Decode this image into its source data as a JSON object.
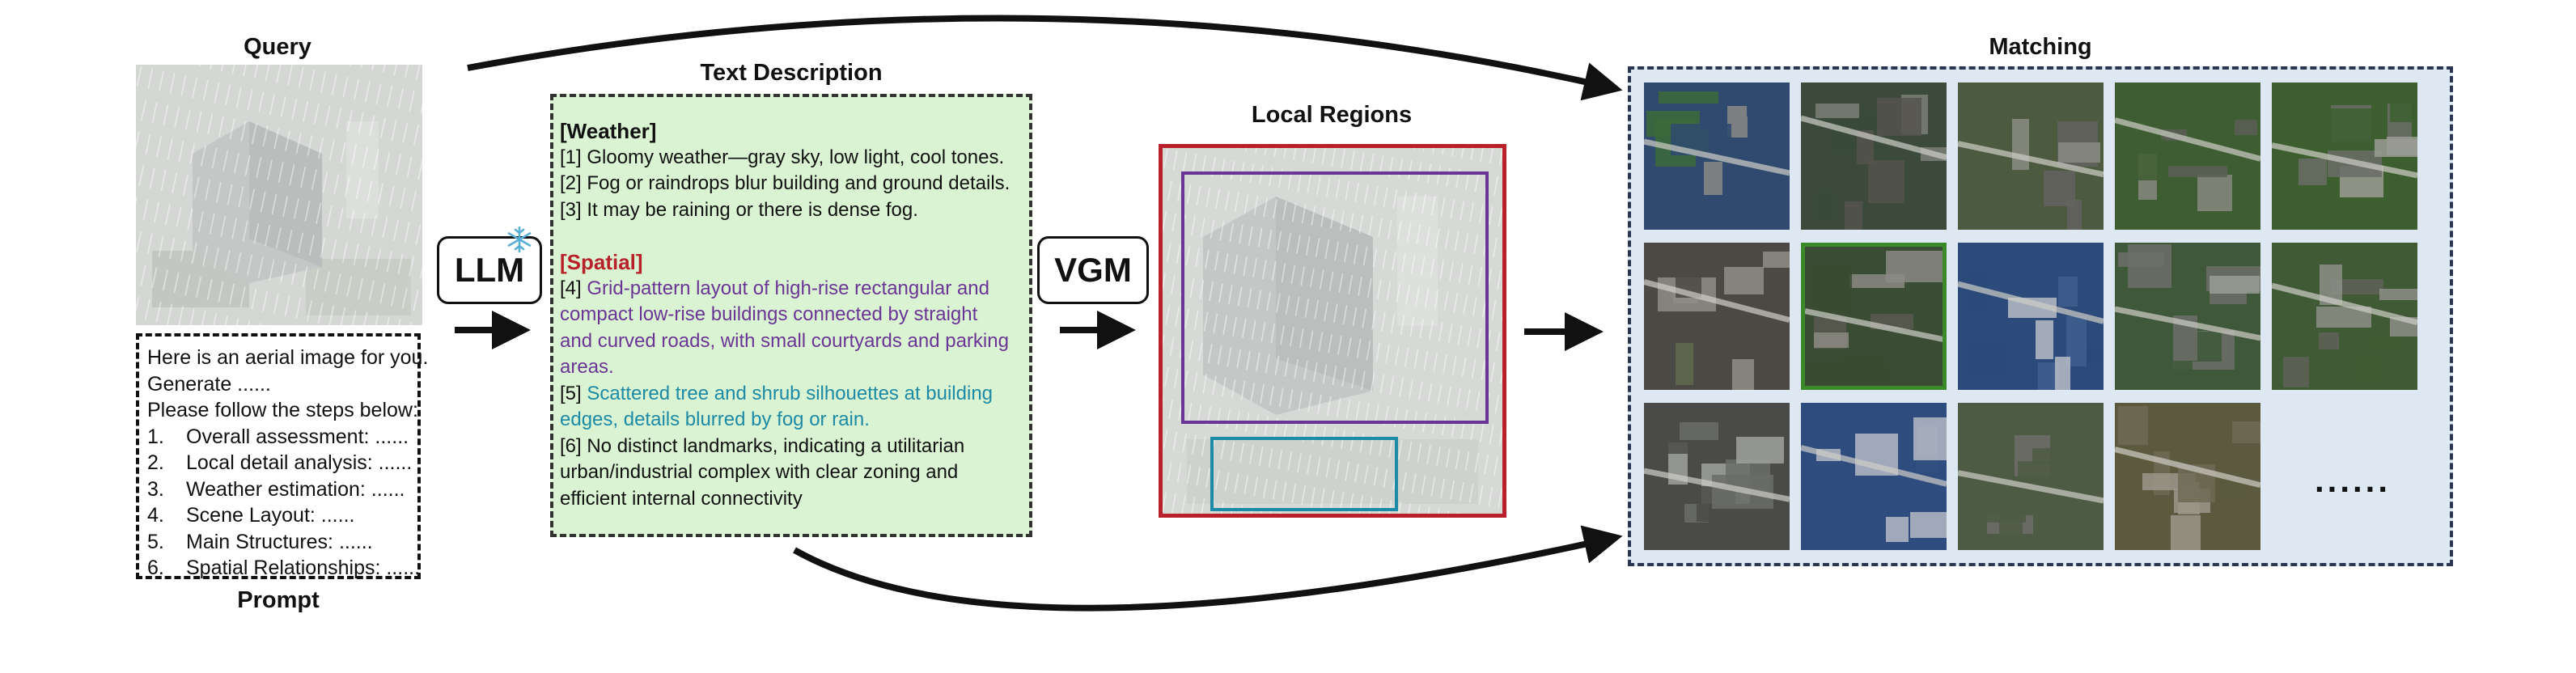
{
  "query": {
    "title": "Query"
  },
  "prompt": {
    "title": "Prompt",
    "intro_lines": [
      "Here is an aerial image for you.",
      "Generate ......",
      "Please follow the steps below:"
    ],
    "steps": [
      {
        "num": "1.",
        "text": "Overall assessment: ......"
      },
      {
        "num": "2.",
        "text": "Local detail analysis: ......"
      },
      {
        "num": "3.",
        "text": "Weather estimation: ......"
      },
      {
        "num": "4.",
        "text": "Scene Layout: ......"
      },
      {
        "num": "5.",
        "text": "Main Structures: ......"
      },
      {
        "num": "6.",
        "text": "Spatial Relationships: ......"
      }
    ]
  },
  "models": {
    "llm_label": "LLM",
    "vgm_label": "VGM",
    "snowflake_icon": "snowflake-icon"
  },
  "description": {
    "title": "Text Description",
    "weather_header": "[Weather]",
    "weather_lines": [
      "[1] Gloomy weather—gray sky, low light, cool tones.",
      "[2] Fog or raindrops blur building and ground details.",
      "[3] It may be raining or there is dense fog."
    ],
    "spatial_header": "[Spatial]",
    "item4_num": "[4]",
    "item4_lines": [
      "Grid-pattern layout of high-rise rectangular and",
      "compact low-rise buildings connected by straight",
      "and curved roads, with small courtyards and parking",
      "areas."
    ],
    "item5_num": "[5]",
    "item5_lines": [
      "Scattered tree and shrub silhouettes at building",
      "edges, details blurred by fog or rain."
    ],
    "item6_lines": [
      "[6] No distinct landmarks, indicating a utilitarian",
      "urban/industrial complex with clear zoning and",
      "efficient internal connectivity"
    ]
  },
  "regions": {
    "title": "Local Regions"
  },
  "matching": {
    "title": "Matching",
    "ellipsis": "......"
  },
  "colors": {
    "spatial_red": "#b8202a",
    "purple": "#6b3596",
    "teal": "#1d8aa6",
    "desc_bg": "#daf3d2",
    "match_green": "#3a8a2a",
    "matching_bg": "#dde8f3"
  }
}
